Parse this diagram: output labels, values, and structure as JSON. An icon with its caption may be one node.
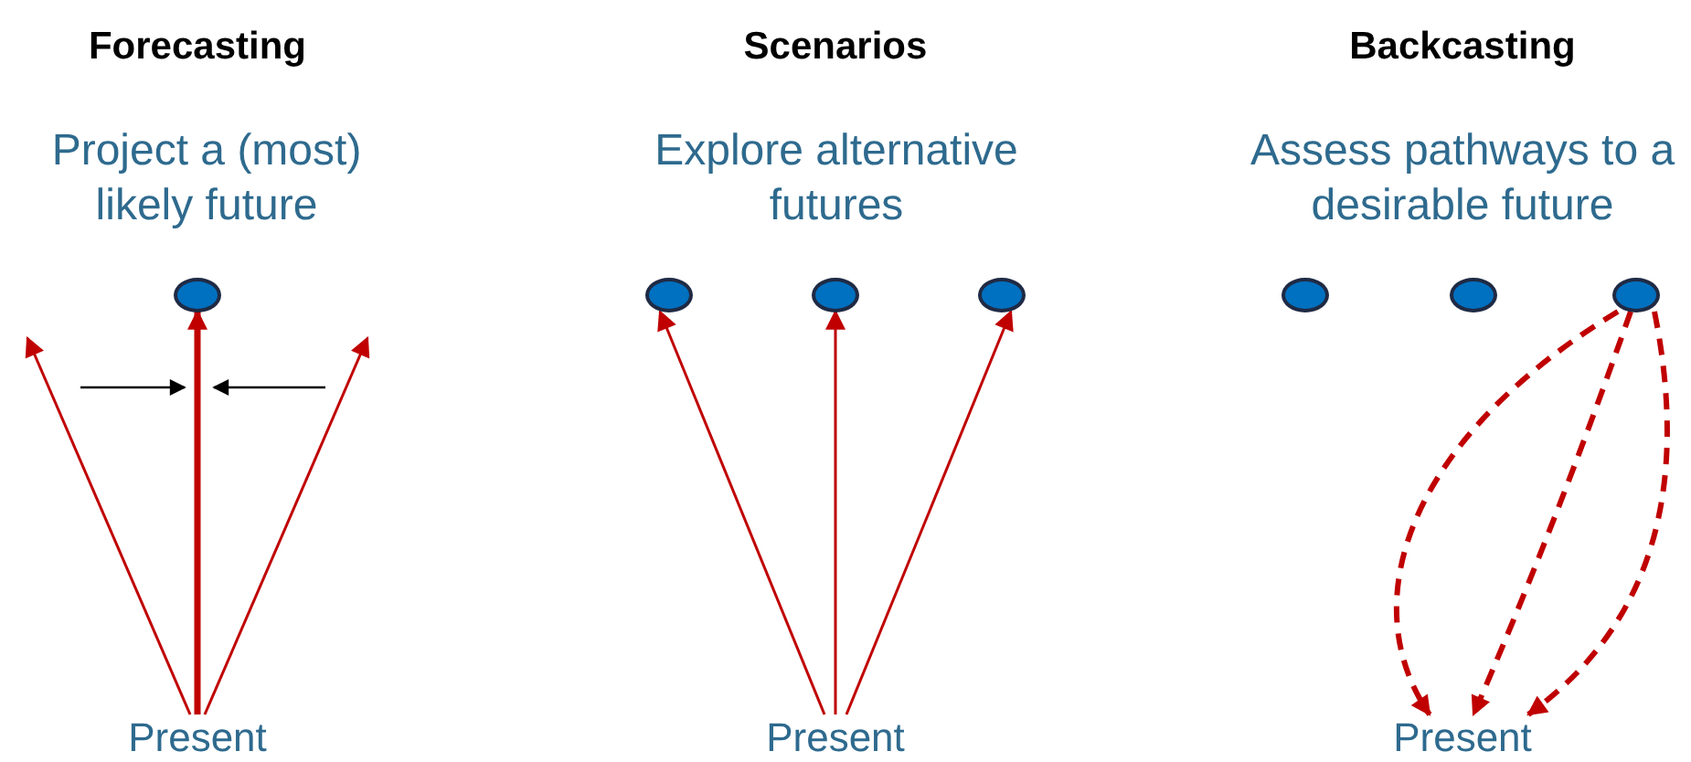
{
  "diagram": {
    "nodes": [
      {
        "text": [],
        "shape": "circle"
      },
      {
        "text": [
          "Present"
        ]
      },
      {
        "text": [],
        "shape": "circle"
      },
      {
        "text": [],
        "shape": "circle"
      },
      {
        "text": [],
        "shape": "circle"
      },
      {
        "text": [
          "Present"
        ]
      },
      {
        "text": [],
        "shape": "circle"
      },
      {
        "text": [],
        "shape": "circle"
      },
      {
        "text": [],
        "shape": "circle"
      },
      {
        "text": [
          "Present"
        ]
      }
    ],
    "edges": [
      {
        "from": 1,
        "to": 0,
        "arrow": "to",
        "style": "thick"
      },
      {
        "from": 1,
        "to": null,
        "arrow": "to"
      },
      {
        "from": 1,
        "to": null,
        "arrow": "to"
      },
      {
        "from": 5,
        "to": 2,
        "arrow": "to"
      },
      {
        "from": 5,
        "to": 3,
        "arrow": "to"
      },
      {
        "from": 5,
        "to": 4,
        "arrow": "to"
      },
      {
        "from": 8,
        "to": 9,
        "arrow": "to",
        "style": "dashed"
      },
      {
        "from": 8,
        "to": 9,
        "arrow": "to",
        "style": "dashed"
      },
      {
        "from": 8,
        "to": 9,
        "arrow": "to",
        "style": "dashed"
      }
    ],
    "labels": [
      "Forecasting",
      "Scenarios",
      "Backcasting",
      "Project a (most) likely future",
      "Explore alternative futures",
      "Assess pathways to a desirable future"
    ]
  }
}
